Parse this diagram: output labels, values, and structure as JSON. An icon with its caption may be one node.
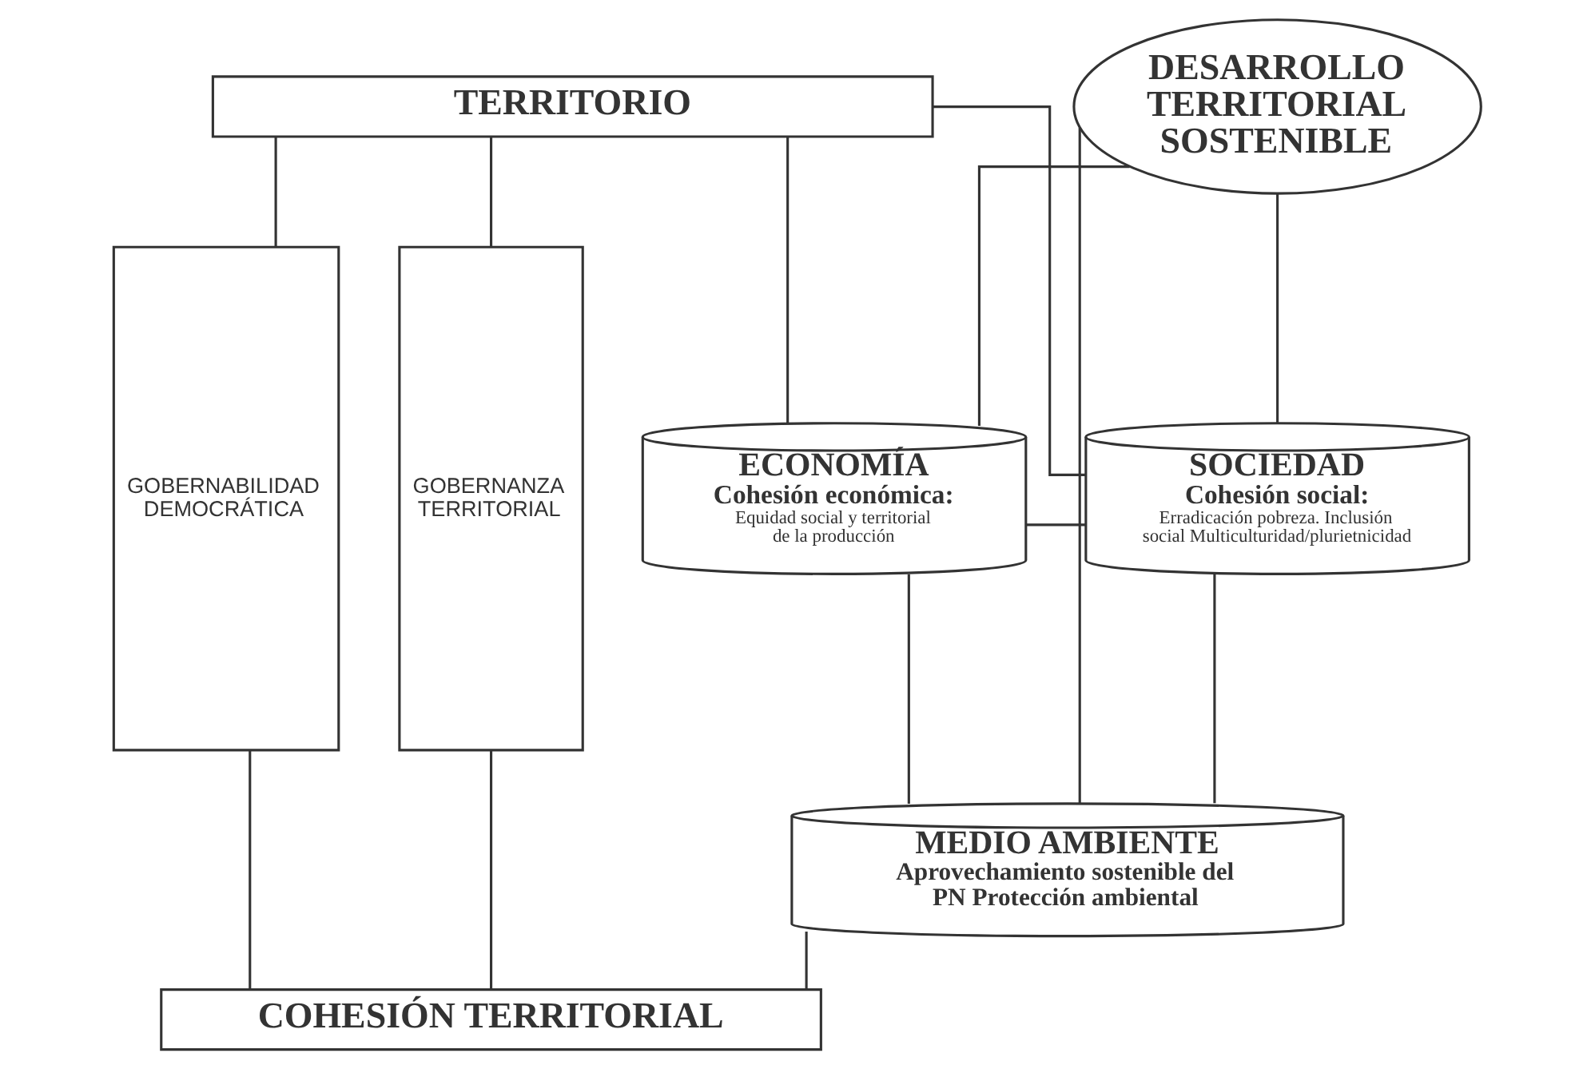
{
  "diagram": {
    "nodes": [
      {
        "text": [
          "TERRITORIO"
        ]
      },
      {
        "text": [
          "GOBERNANZA TERRITORIAL"
        ]
      },
      {
        "text": [
          "ECONOMÍA",
          "Cohesión económica:",
          "Equidad social y territorial de la producción"
        ]
      },
      {
        "text": [
          "SOCIEDAD",
          "Cohesión social:",
          "Erradicación pobreza. Inclusión social Multiculturidad/plurietnicidad"
        ]
      },
      {
        "text": [
          "GOBERNABILIDAD DEMOCRÁTICA"
        ]
      },
      {
        "text": [
          "DESARROLLO TERRITORIAL SOSTENIBLE"
        ]
      },
      {
        "text": [
          "MEDIO AMBIENTE",
          "Aprovechamiento sostenible del PN Protección ambiental"
        ]
      },
      {
        "text": [
          "COHESIÓN TERRITORIAL"
        ]
      }
    ],
    "edges": [
      {
        "from": 0,
        "to": 1,
        "arrow": "none"
      },
      {
        "from": 0,
        "to": 2,
        "arrow": "none"
      },
      {
        "from": 0,
        "to": 3,
        "arrow": "none"
      },
      {
        "from": 0,
        "to": 4,
        "arrow": "none"
      },
      {
        "from": 2,
        "to": 3,
        "arrow": "none"
      },
      {
        "from": 2,
        "to": 6,
        "arrow": "none"
      },
      {
        "from": 3,
        "to": 6,
        "arrow": "none"
      },
      {
        "from": 5,
        "to": 2,
        "arrow": "none"
      },
      {
        "from": 5,
        "to": 3,
        "arrow": "none"
      },
      {
        "from": 5,
        "to": 6,
        "arrow": "none"
      },
      {
        "from": 6,
        "to": 7,
        "arrow": "none"
      },
      {
        "from": 1,
        "to": 7,
        "arrow": "none"
      },
      {
        "from": 4,
        "to": 7,
        "arrow": "none"
      }
    ]
  }
}
